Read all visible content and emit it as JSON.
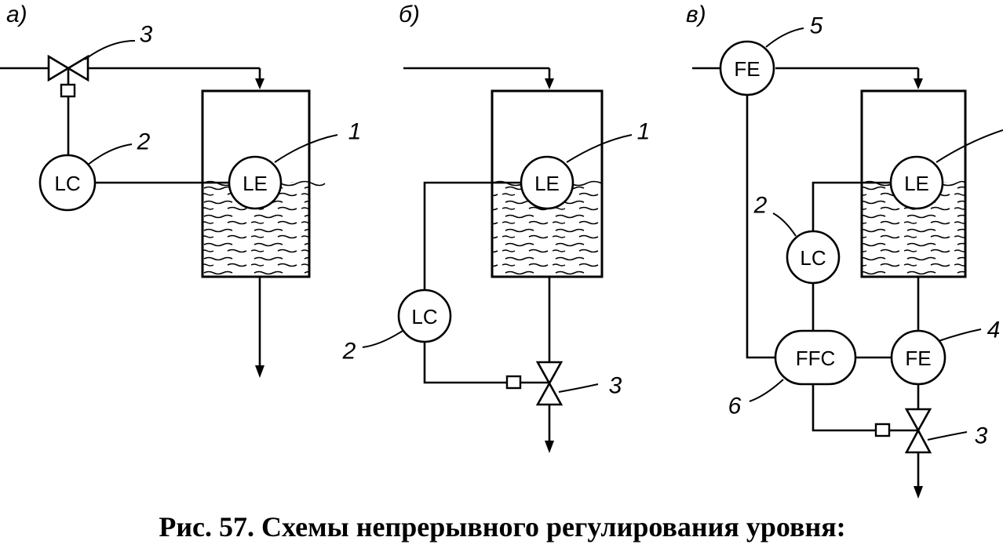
{
  "panels": [
    {
      "id": "a",
      "label": "а)"
    },
    {
      "id": "b",
      "label": "б)"
    },
    {
      "id": "c",
      "label": "в)"
    }
  ],
  "instruments": {
    "LE": "LE",
    "LC": "LC",
    "FE": "FE",
    "FFC": "FFC"
  },
  "callouts": [
    "1",
    "2",
    "3",
    "4",
    "5",
    "6"
  ],
  "caption": "Рис. 57. Схемы непрерывного регулирования уровня:"
}
